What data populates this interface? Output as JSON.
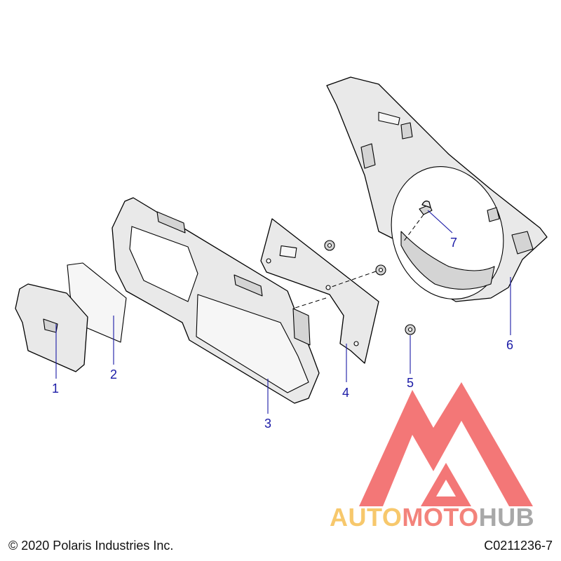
{
  "callouts": [
    "1",
    "2",
    "3",
    "4",
    "5",
    "6",
    "7"
  ],
  "footer": {
    "copyright": "© 2020 Polaris Industries Inc.",
    "drawing_code": "C0211236-7"
  },
  "watermark": {
    "word_part1": "AUTO",
    "word_part2": "MOTO",
    "word_part3": "HUB",
    "colors": {
      "logo": "#ef4a4a",
      "part1": "#f5b63c",
      "part2": "#ef5a50",
      "part3": "#8c8c8c"
    }
  },
  "colors": {
    "callout": "#1a1aa6",
    "line": "#000000",
    "part_fill": "#e9e9e9"
  }
}
